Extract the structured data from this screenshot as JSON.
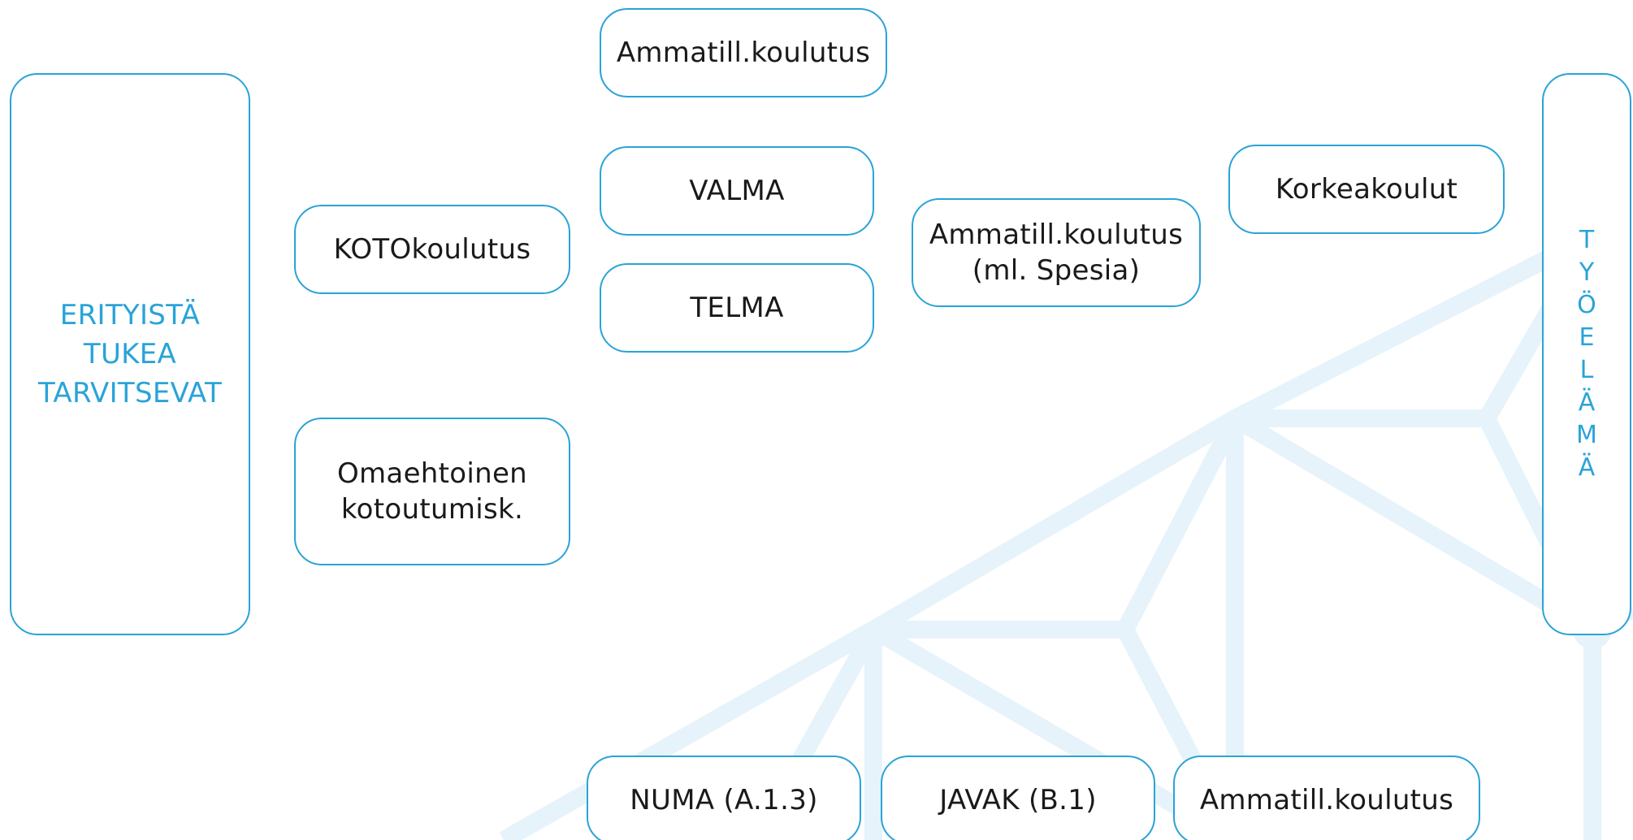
{
  "colors": {
    "border": "#2aa3d8",
    "accent_text": "#2aa3d8",
    "text": "#1a1a1a",
    "background_pattern": "#e6f3fb"
  },
  "diagram": {
    "erityista": "ERITYISTÄ\nTUKEA\nTARVITSEVAT",
    "koto": "KOTOkoulutus",
    "omaehtoinen": "Omaehtoinen\nkotoutumisk.",
    "ammatill_top": "Ammatill.koulutus",
    "valma": "VALMA",
    "telma": "TELMA",
    "ammatill_spesia": "Ammatill.koulutus\n(ml. Spesia)",
    "korkeakoulut": "Korkeakoulut",
    "tyoelama": "T\nY\nÖ\nE\nL\nÄ\nM\nÄ",
    "numa": "NUMA (A.1.3)",
    "javak": "JAVAK (B.1)",
    "ammatill_bottom": "Ammatill.koulutus"
  }
}
